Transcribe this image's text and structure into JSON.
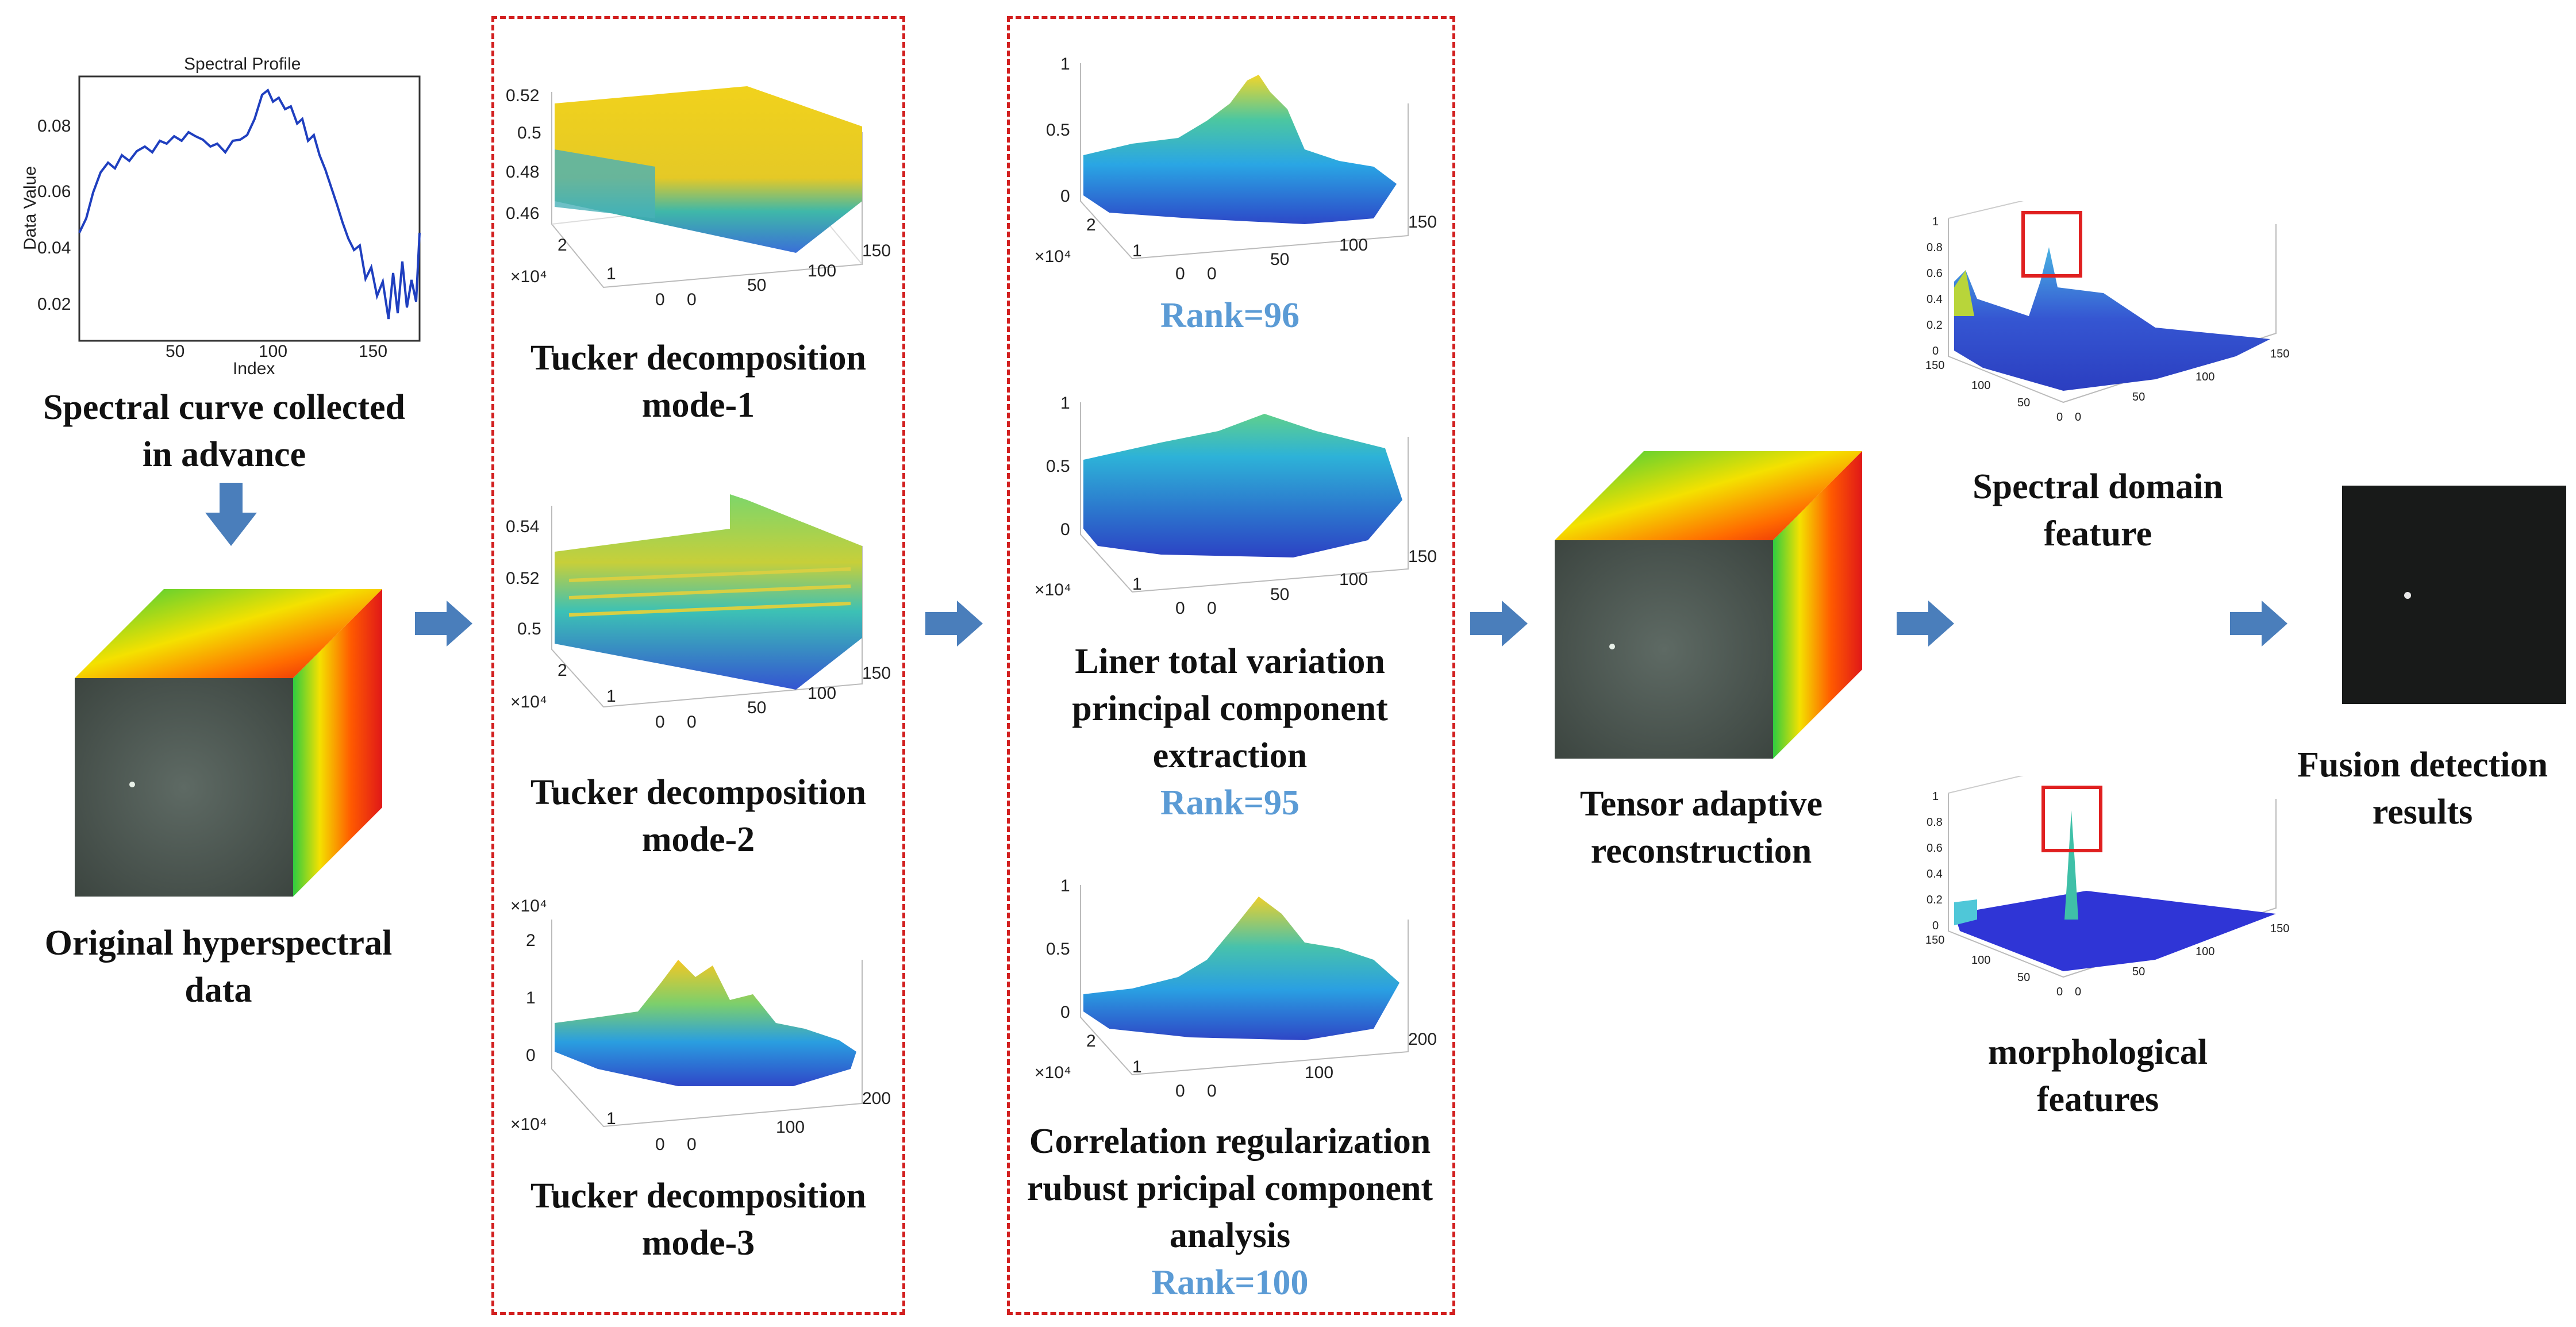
{
  "profile": {
    "title": "Spectral Profile",
    "xlabel": "Index",
    "ylabel": "Data Value",
    "xticks": [
      "50",
      "100",
      "150"
    ],
    "yticks": [
      "0.08",
      "0.06",
      "0.04",
      "0.02"
    ],
    "caption_line1": "Spectral curve collected",
    "caption_line2": "in advance"
  },
  "original": {
    "line1": "Original hyperspectral",
    "line2": "data"
  },
  "tucker": {
    "mode1": {
      "line1": "Tucker decomposition",
      "line2": "mode-1",
      "zticks": [
        "0.52",
        "0.5",
        "0.48",
        "0.46"
      ],
      "yticks": [
        "2",
        "1",
        "0"
      ],
      "xticks": [
        "0",
        "50",
        "100",
        "150"
      ],
      "yexp": "×10⁴"
    },
    "mode2": {
      "line1": "Tucker decomposition",
      "line2": "mode-2",
      "zticks": [
        "0.54",
        "0.52",
        "0.5"
      ],
      "yticks": [
        "2",
        "1",
        "0"
      ],
      "xticks": [
        "0",
        "50",
        "100",
        "150"
      ],
      "yexp": "×10⁴"
    },
    "mode3": {
      "line1": "Tucker decomposition",
      "line2": "mode-3",
      "zticks": [
        "2",
        "1",
        "0"
      ],
      "zexp": "×10⁴",
      "yticks": [
        "1",
        "0"
      ],
      "xticks": [
        "0",
        "100",
        "200"
      ],
      "yexp": "×10⁴"
    }
  },
  "pca": {
    "a": {
      "rank": "Rank=96",
      "zticks": [
        "1",
        "0.5",
        "0"
      ],
      "yticks": [
        "2",
        "1",
        "0"
      ],
      "xticks": [
        "0",
        "50",
        "100",
        "150"
      ],
      "yexp": "×10⁴"
    },
    "b": {
      "line1": "Liner total variation",
      "line2": "principal component",
      "line3": "extraction",
      "rank": "Rank=95",
      "zticks": [
        "1",
        "0.5",
        "0"
      ],
      "yticks": [
        "1",
        "0"
      ],
      "xticks": [
        "0",
        "50",
        "100",
        "150"
      ],
      "yexp": "×10⁴"
    },
    "c": {
      "line1": "Correlation regularization",
      "line2": "rubust pricipal component",
      "line3": "analysis",
      "rank": "Rank=100",
      "zticks": [
        "1",
        "0.5",
        "0"
      ],
      "yticks": [
        "2",
        "1",
        "0"
      ],
      "xticks": [
        "0",
        "100",
        "200"
      ],
      "yexp": "×10⁴"
    }
  },
  "reconstruction": {
    "line1": "Tensor adaptive",
    "line2": "reconstruction"
  },
  "spectral_feature": {
    "line1": "Spectral domain",
    "line2": "feature",
    "zticks": [
      "1",
      "0.8",
      "0.6",
      "0.4",
      "0.2",
      "0"
    ],
    "yticks": [
      "150",
      "100",
      "50",
      "0"
    ],
    "xticks": [
      "0",
      "50",
      "100",
      "150"
    ]
  },
  "morph_feature": {
    "line1": "morphological",
    "line2": "features",
    "zticks": [
      "1",
      "0.8",
      "0.6",
      "0.4",
      "0.2",
      "0"
    ],
    "yticks": [
      "150",
      "100",
      "50",
      "0"
    ],
    "xticks": [
      "0",
      "50",
      "100",
      "150"
    ]
  },
  "fusion": {
    "line1": "Fusion detection",
    "line2": "results"
  },
  "colors": {
    "arrow": "#4a7ebb",
    "dash": "#d22020",
    "rank": "#5b9bd5",
    "highlight": "#e02020"
  }
}
